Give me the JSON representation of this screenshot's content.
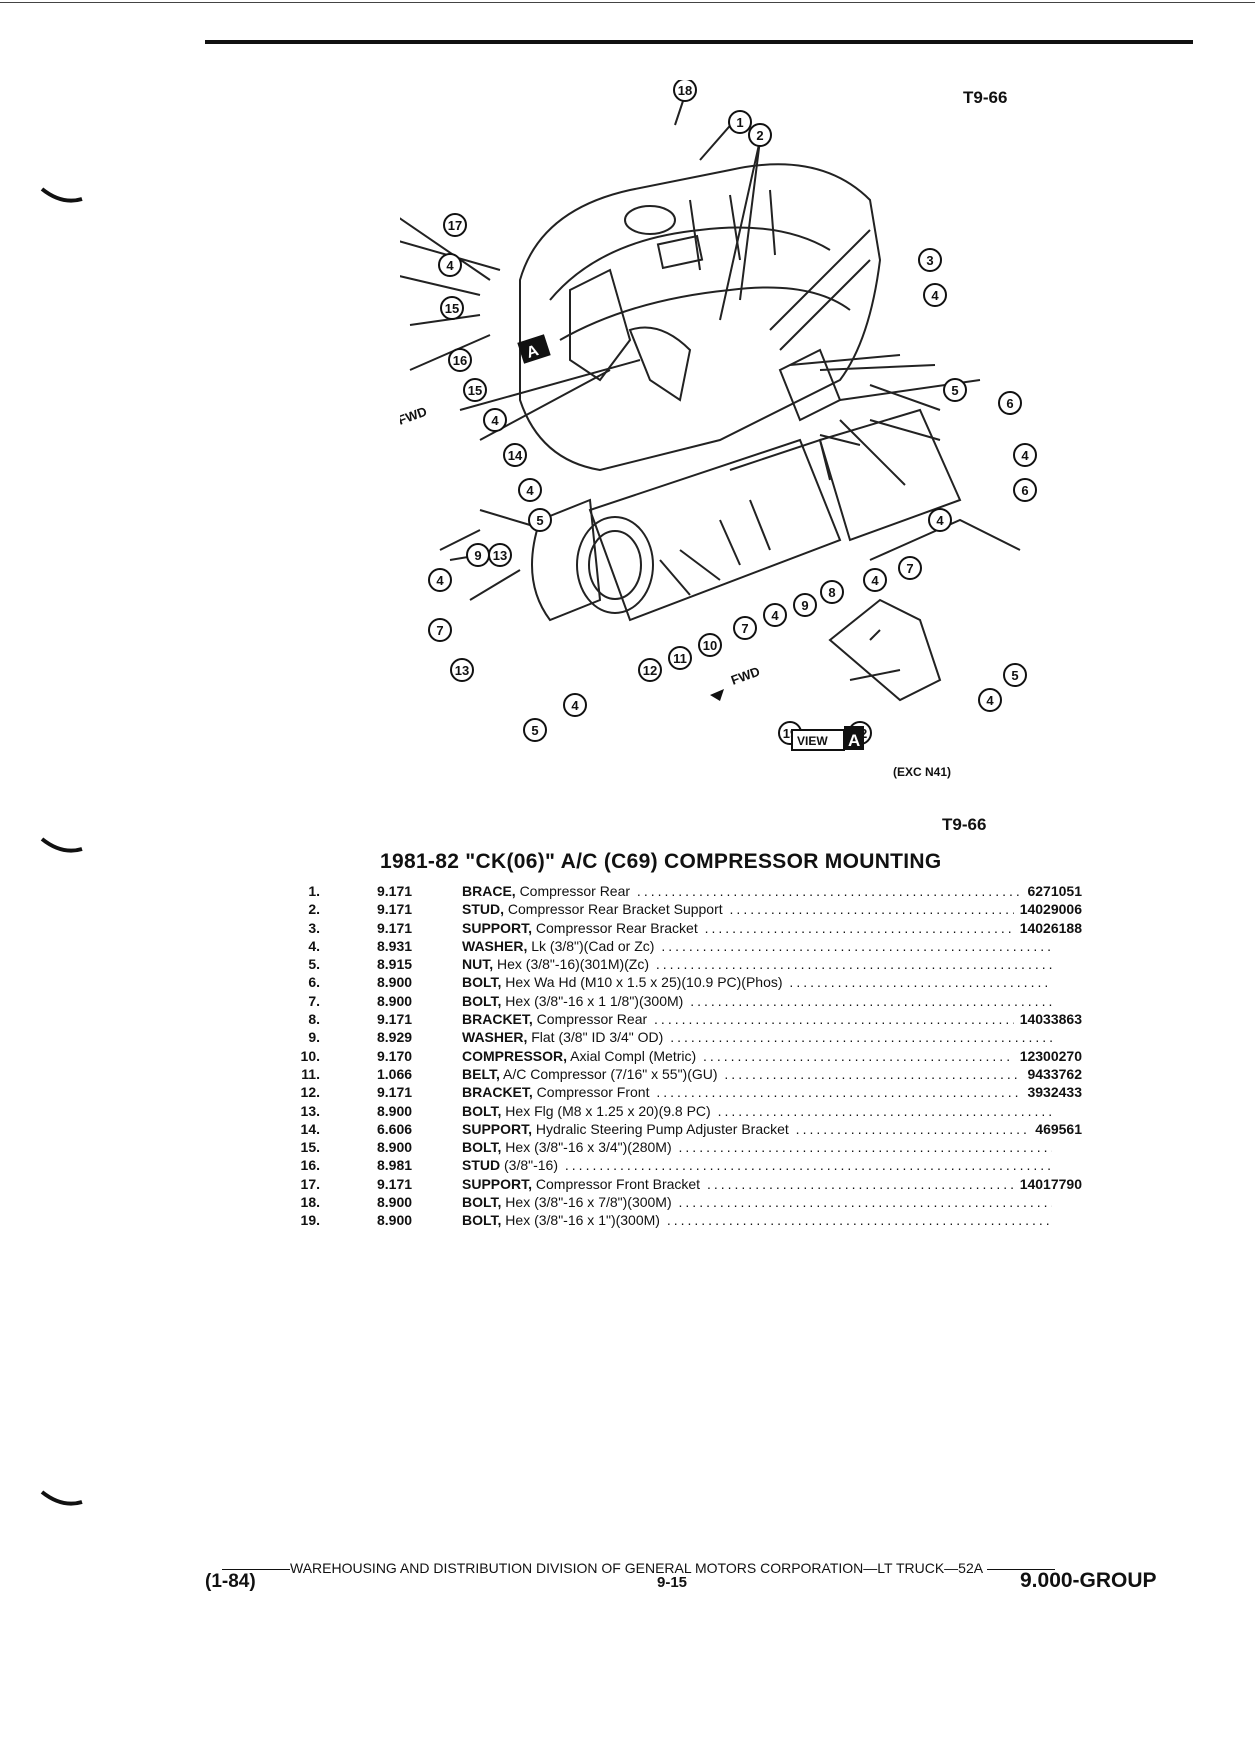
{
  "page": {
    "figure_code_top": "T9-66",
    "figure_code_bottom": "T9-66",
    "view_note": "(EXC N41)",
    "diagram_labels": {
      "fwd_top": "FWD",
      "fwd_bottom": "FWD",
      "view": "VIEW",
      "view_letter": "A",
      "callout_a": "A"
    }
  },
  "title": "1981-82 \"CK(06)\" A/C (C69) COMPRESSOR MOUNTING",
  "parts": [
    {
      "num": "1.",
      "group": "9.171",
      "name": "BRACE,",
      "desc": "Compressor Rear",
      "part": "6271051"
    },
    {
      "num": "2.",
      "group": "9.171",
      "name": "STUD,",
      "desc": "Compressor Rear Bracket Support",
      "part": "14029006"
    },
    {
      "num": "3.",
      "group": "9.171",
      "name": "SUPPORT,",
      "desc": "Compressor Rear Bracket",
      "part": "14026188"
    },
    {
      "num": "4.",
      "group": "8.931",
      "name": "WASHER,",
      "desc": "Lk (3/8\")(Cad or Zc)",
      "part": ""
    },
    {
      "num": "5.",
      "group": "8.915",
      "name": "NUT,",
      "desc": "Hex (3/8\"-16)(301M)(Zc)",
      "part": ""
    },
    {
      "num": "6.",
      "group": "8.900",
      "name": "BOLT,",
      "desc": "Hex Wa Hd (M10 x 1.5 x 25)(10.9 PC)(Phos)",
      "part": ""
    },
    {
      "num": "7.",
      "group": "8.900",
      "name": "BOLT,",
      "desc": "Hex (3/8\"-16 x 1 1/8\")(300M)",
      "part": ""
    },
    {
      "num": "8.",
      "group": "9.171",
      "name": "BRACKET,",
      "desc": "Compressor Rear",
      "part": "14033863"
    },
    {
      "num": "9.",
      "group": "8.929",
      "name": "WASHER,",
      "desc": "Flat (3/8\" ID 3/4\" OD)",
      "part": ""
    },
    {
      "num": "10.",
      "group": "9.170",
      "name": "COMPRESSOR,",
      "desc": "Axial Compl (Metric)",
      "part": "12300270"
    },
    {
      "num": "11.",
      "group": "1.066",
      "name": "BELT,",
      "desc": "A/C Compressor (7/16\" x 55\")(GU)",
      "part": "9433762"
    },
    {
      "num": "12.",
      "group": "9.171",
      "name": "BRACKET,",
      "desc": "Compressor Front",
      "part": "3932433"
    },
    {
      "num": "13.",
      "group": "8.900",
      "name": "BOLT,",
      "desc": "Hex Flg (M8 x 1.25 x 20)(9.8 PC)",
      "part": ""
    },
    {
      "num": "14.",
      "group": "6.606",
      "name": "SUPPORT,",
      "desc": "Hydralic Steering Pump Adjuster Bracket",
      "part": "469561"
    },
    {
      "num": "15.",
      "group": "8.900",
      "name": "BOLT,",
      "desc": "Hex (3/8\"-16 x 3/4\")(280M)",
      "part": ""
    },
    {
      "num": "16.",
      "group": "8.981",
      "name": "STUD",
      "desc": "(3/8\"-16)",
      "part": ""
    },
    {
      "num": "17.",
      "group": "9.171",
      "name": "SUPPORT,",
      "desc": "Compressor Front Bracket",
      "part": "14017790"
    },
    {
      "num": "18.",
      "group": "8.900",
      "name": "BOLT,",
      "desc": "Hex (3/8\"-16 x 7/8\")(300M)",
      "part": ""
    },
    {
      "num": "19.",
      "group": "8.900",
      "name": "BOLT,",
      "desc": "Hex (3/8\"-16 x 1\")(300M)",
      "part": ""
    }
  ],
  "footer": {
    "division": "WAREHOUSING AND DISTRIBUTION DIVISION OF GENERAL MOTORS CORPORATION—LT TRUCK—52A",
    "date": "(1-84)",
    "page": "9-15",
    "group": "9.000-GROUP"
  }
}
